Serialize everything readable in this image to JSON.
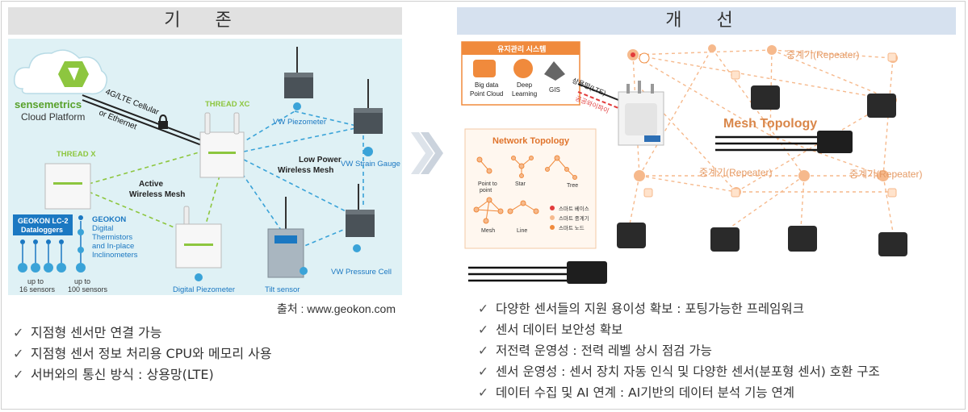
{
  "left": {
    "title": "기 존",
    "diagram": {
      "platform_brand": "sensemetrics",
      "platform_name": "Cloud Platform",
      "link_label_1": "4G/LTE Cellular",
      "link_label_2": "or Ethernet",
      "thread_xc": "THREAD XC",
      "thread_x": "THREAD X",
      "active_mesh_1": "Active",
      "active_mesh_2": "Wireless Mesh",
      "low_power_1": "Low Power",
      "low_power_2": "Wireless Mesh",
      "vw_piezometer": "VW Piezometer",
      "vw_strain_gauge": "VW Strain Gauge",
      "vw_pressure_cell": "VW Pressure Cell",
      "tilt_sensor": "Tilt sensor",
      "digital_piezometer": "Digital Piezometer",
      "geokon_lc2_1": "GEOKON LC-2",
      "geokon_lc2_2": "Dataloggers",
      "geokon_1": "GEOKON",
      "geokon_2": "Digital",
      "geokon_3": "Thermistors",
      "geokon_4": "and In-place",
      "geokon_5": "Inclinometers",
      "up16_1": "up to",
      "up16_2": "16 sensors",
      "up100_1": "up to",
      "up100_2": "100 sensors"
    },
    "source": "출처 : www.geokon.com",
    "checks": [
      "지점형 센서만 연결 가능",
      "지점형 센서 정보 처리용 CPU와 메모리 사용",
      "서버와의 통신 방식 : 상용망(LTE)"
    ]
  },
  "right": {
    "title": "개 선",
    "diagram": {
      "mgmt_title": "유지관리 시스템",
      "mgmt_bigdata_1": "Big data",
      "mgmt_bigdata_2": "Point Cloud",
      "mgmt_deep_1": "Deep",
      "mgmt_deep_2": "Learning",
      "mgmt_gis": "GIS",
      "lte_label": "상용망(LTE)",
      "wifi_label": "공공와이파이",
      "net_title": "Network Topology",
      "net_p2p_1": "Point to",
      "net_p2p_2": "point",
      "net_star": "Star",
      "net_tree": "Tree",
      "net_mesh": "Mesh",
      "net_line": "Line",
      "legend_base": "스마트 베이스",
      "legend_repeater": "스마트 중계기",
      "legend_node": "스마트 노드",
      "mesh_topology": "Mesh Topology",
      "repeater_1": "중계기(Repeater)",
      "repeater_2": "중계기(Repeater)",
      "repeater_3": "중계기(Repeater)"
    },
    "checks": [
      "다양한 센서들의 지원 용이성 확보 : 포팅가능한 프레임워크",
      "센서 데이터 보안성 확보",
      "저전력 운영성 : 전력 레벨 상시 점검 가능",
      "센서 운영성 : 센서 장치 자동 인식 및 다양한 센서(분포형 센서) 호환 구조",
      "데이터 수집 및 AI 연계 : AI기반의 데이터 분석 기능 연계"
    ]
  },
  "colors": {
    "left_title_bg": "#e1e1e1",
    "right_title_bg": "#d6e1ef",
    "left_scene_bg": "#dff1f5",
    "mesh_orange": "#f6b98c",
    "mgmt_orange": "#f08a3c",
    "geokon_blue": "#1b78c2",
    "thread_green": "#8dc63f"
  },
  "icons": {
    "tick": "✓",
    "arrow": "chevron-right-icon"
  }
}
